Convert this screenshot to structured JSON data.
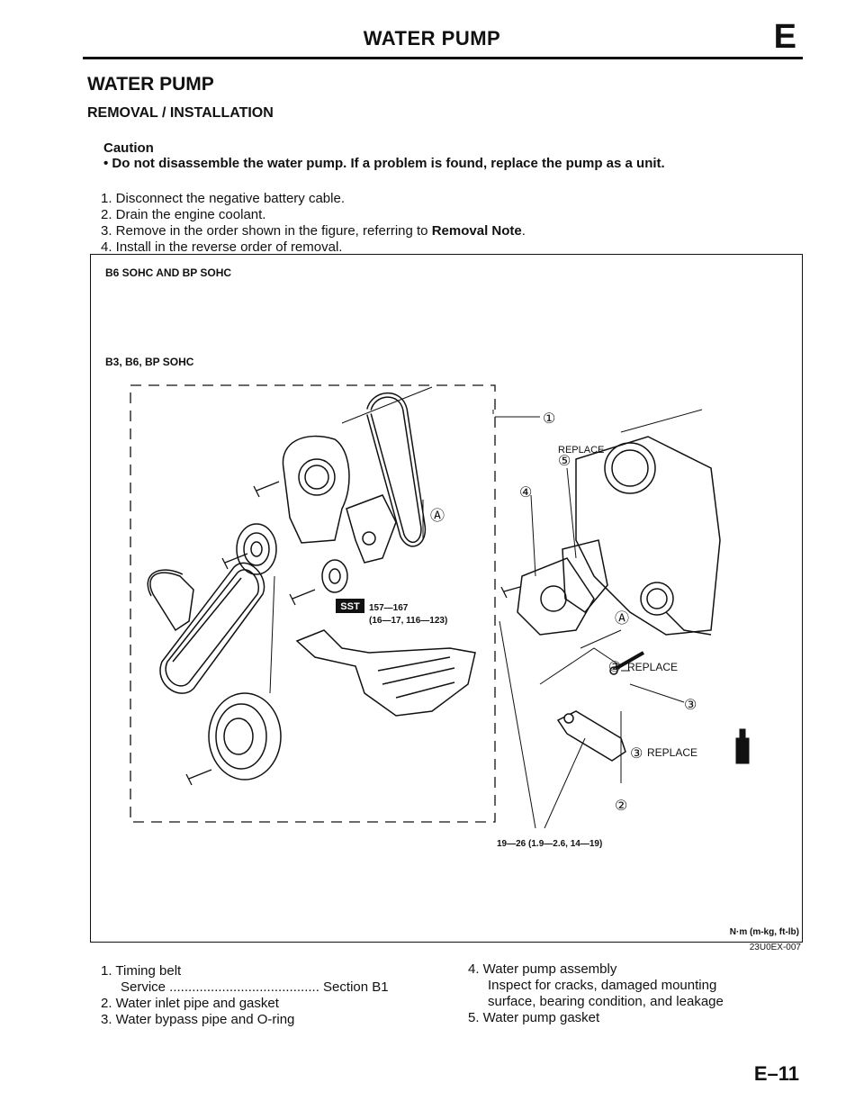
{
  "header": {
    "title": "WATER PUMP",
    "section_letter": "E"
  },
  "heading": "WATER PUMP",
  "subheading": "REMOVAL / INSTALLATION",
  "caution": {
    "title": "Caution",
    "item": "• Do not disassemble the water pump. If a problem is found, replace the pump as a unit."
  },
  "steps": {
    "s1": "1. Disconnect the negative battery cable.",
    "s2": "2. Drain the engine coolant.",
    "s3_prefix": "3. Remove in the order shown in the figure, referring to ",
    "s3_bold": "Removal Note",
    "s3_suffix": ".",
    "s4": "4. Install in the reverse order of removal."
  },
  "figure": {
    "label_top": "B6 SOHC AND BP SOHC",
    "label_sub": "B3, B6, BP SOHC",
    "sst": "SST",
    "torque1_a": "157—167",
    "torque1_b": "(16—17, 116—123)",
    "torque2": "19—26 (1.9—2.6, 14—19)",
    "callouts": {
      "c1": "①",
      "c2": "②",
      "c3": "③",
      "c4": "④",
      "c5": "⑤",
      "cA": "Ⓐ",
      "replace": "REPLACE"
    },
    "units": "N·m (m-kg, ft-lb)",
    "code": "23U0EX-007"
  },
  "legend": {
    "l1a": "1. Timing belt",
    "l1b": "Service ........................................ Section B1",
    "l2": "2. Water inlet pipe and gasket",
    "l3": "3. Water bypass pipe and O-ring",
    "l4": "4. Water pump assembly",
    "l4a": "Inspect for cracks, damaged mounting",
    "l4b": "surface, bearing condition, and leakage",
    "l5": "5. Water pump gasket"
  },
  "page_number": "E–11"
}
